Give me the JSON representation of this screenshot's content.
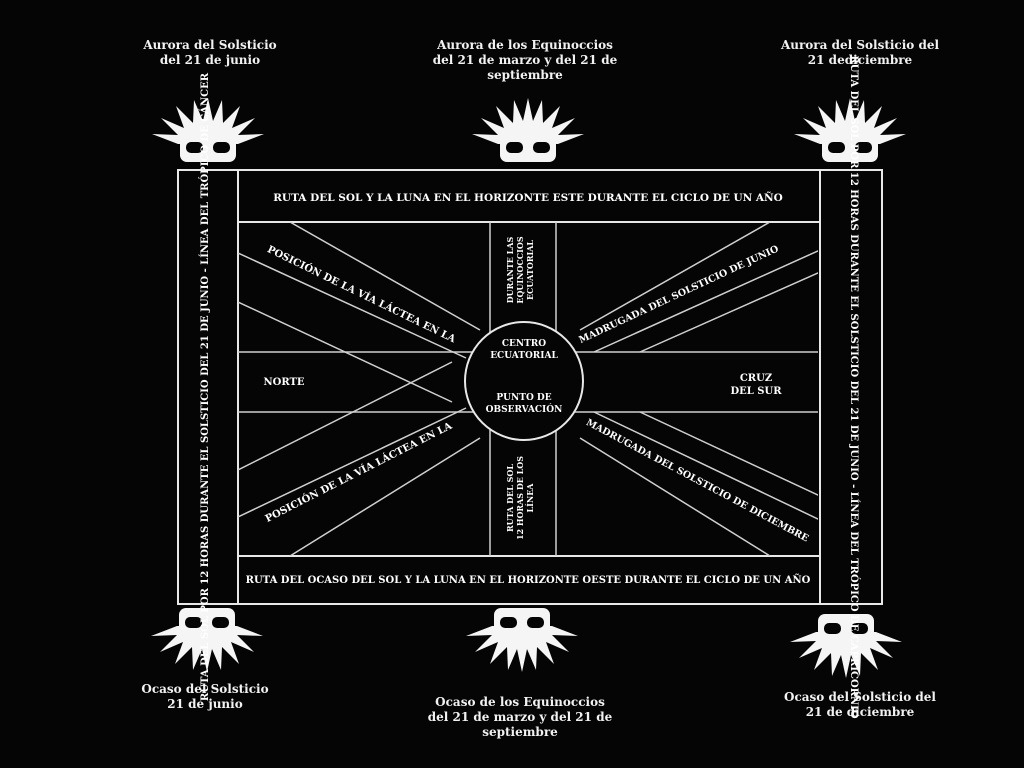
{
  "captions": {
    "top_left": "Aurora del Solsticio\ndel 21 de junio",
    "top_center": "Aurora de los Equinoccios\ndel 21 de marzo y del 21 de\nseptiembre",
    "top_right": "Aurora del Solsticio del\n21 dediciembre",
    "bottom_left": "Ocaso del Solsticio\n21 de junio",
    "bottom_center": "Ocaso de los Equinoccios\ndel 21 de marzo y del 21 de\nseptiembre",
    "bottom_right": "Ocaso del Solsticio del\n21 de diciembre"
  },
  "labels": {
    "top_band": "RUTA DEL SOL Y LA LUNA EN EL HORIZONTE ESTE DURANTE EL CICLO DE UN AÑO",
    "bottom_band": "RUTA DEL OCASO DEL SOL Y LA LUNA EN EL HORIZONTE OESTE DURANTE EL CICLO DE UN AÑO",
    "left_band": "RUTA DEL SOL POR 12 HORAS DURANTE EL SOLSTICIO DEL 21 DE JUNIO - LÍNEA DEL TRÓPICO DE CÁNCER",
    "right_band": "RUTA DEL SOL POR 12 HORAS DURANTE EL SOLSTICIO DEL 21 DE JUNIO - LÍNEA DEL TRÓPICO DE CAPRICORNIO",
    "milky_way_upper": "POSICIÓN DE LA VÍA LÁCTEA EN LA",
    "milky_way_lower": "POSICIÓN DE LA VÍA LÁCTEA EN LA",
    "solstice_june": "MADRUGADA DEL SOLSTICIO DE JUNIO",
    "solstice_december": "MADRUGADA DEL SOLSTICIO DE DICIEMBRE",
    "equinox_vertical": "DURANTE LAS\nEQUINOCCIOS\nECUATORIAL",
    "sun_route_vertical": "RUTA DEL SOL\n12 HORAS DE LOS\nLÍNEA",
    "north": "NORTE",
    "southern_cross": "CRUZ\nDEL SUR",
    "center_top": "CENTRO\nECUATORIAL",
    "center_bottom": "PUNTO DE\nOBSERVACIÓN"
  }
}
